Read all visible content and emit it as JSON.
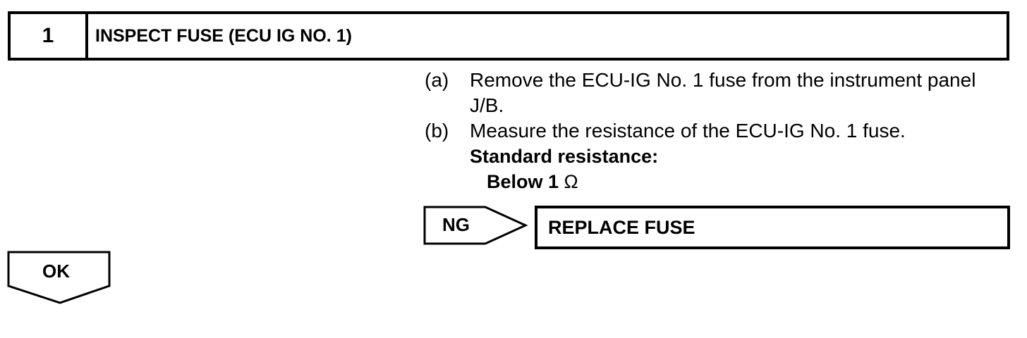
{
  "step": {
    "number": "1",
    "title": "INSPECT FUSE (ECU IG NO. 1)"
  },
  "instructions": [
    {
      "label": "(a)",
      "text": "Remove the ECU-IG No. 1 fuse from the instrument panel J/B."
    },
    {
      "label": "(b)",
      "text": "Measure the resistance of the ECU-IG No. 1 fuse."
    }
  ],
  "standard": {
    "label": "Standard resistance:",
    "value": "Below 1",
    "unit": "Ω"
  },
  "ng": {
    "label": "NG",
    "action": "REPLACE FUSE"
  },
  "ok": {
    "label": "OK"
  }
}
